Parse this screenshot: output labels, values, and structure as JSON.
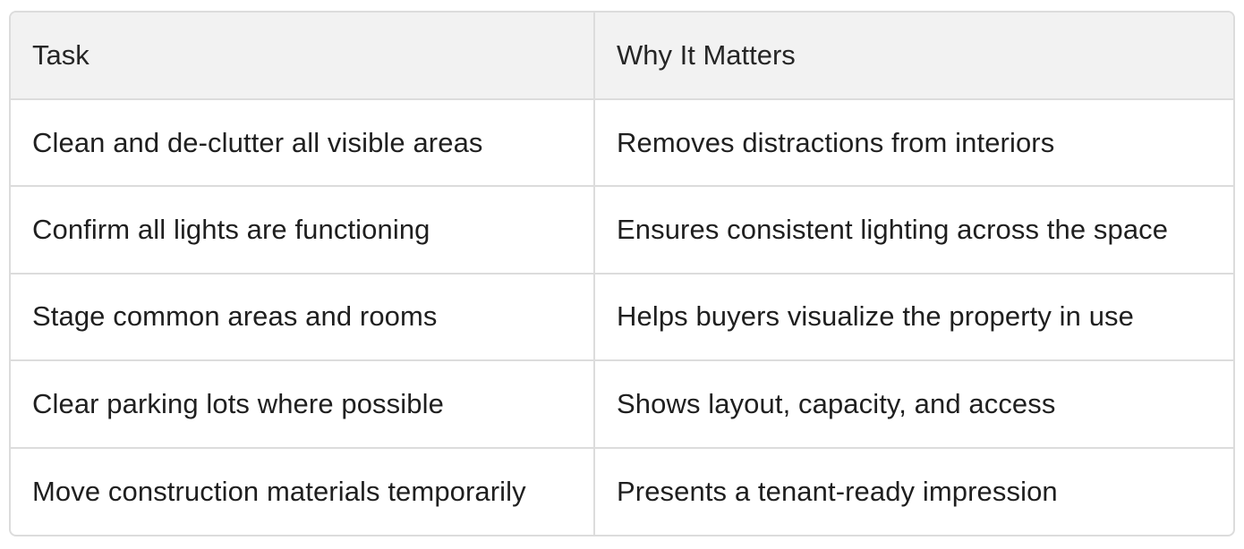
{
  "table": {
    "headers": [
      "Task",
      "Why It Matters"
    ],
    "rows": [
      [
        "Clean and de-clutter all visible areas",
        "Removes distractions from interiors"
      ],
      [
        "Confirm all lights are functioning",
        "Ensures consistent lighting across the space"
      ],
      [
        "Stage common areas and rooms",
        "Helps buyers visualize the property in use"
      ],
      [
        "Clear parking lots where possible",
        "Shows layout, capacity, and access"
      ],
      [
        "Move construction materials temporarily",
        "Presents a tenant-ready impression"
      ]
    ]
  }
}
